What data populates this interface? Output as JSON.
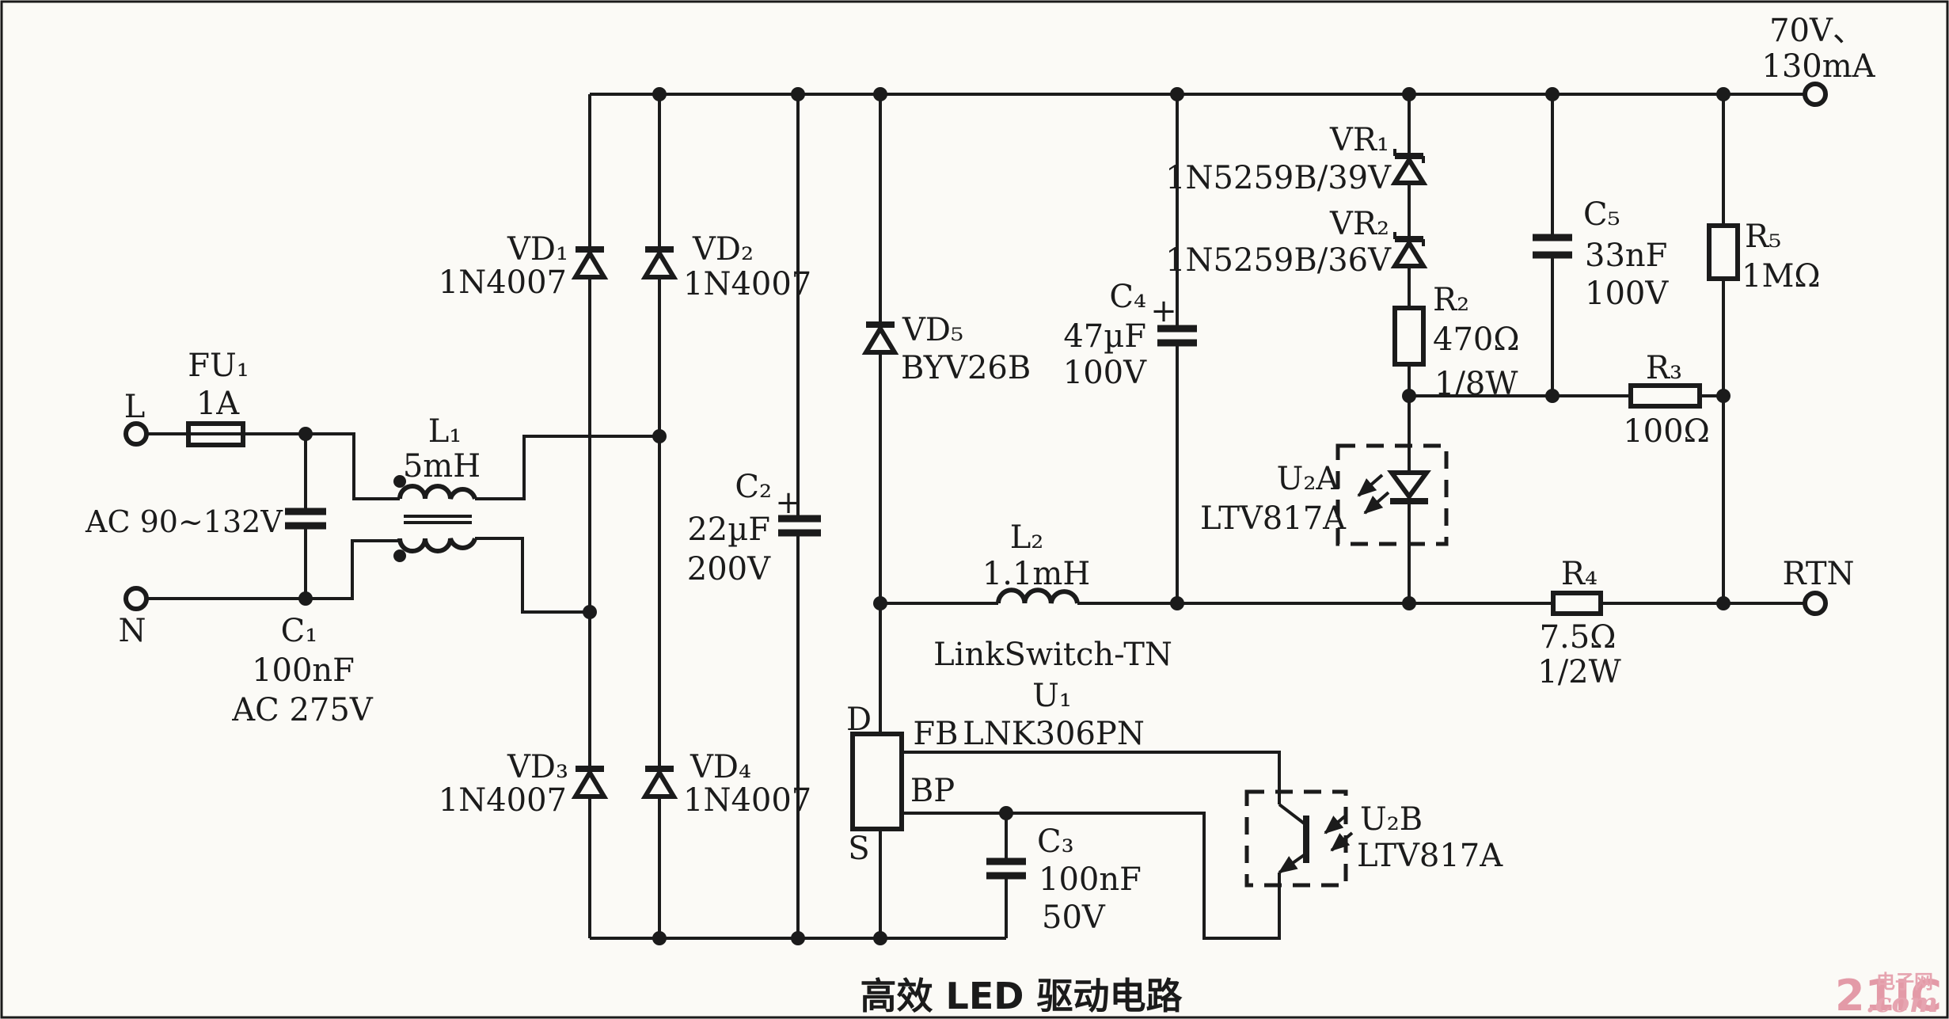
{
  "caption": "高效 LED 驱动电路",
  "watermark": {
    "brand": "21IC",
    "site_cn": "电子网",
    "site_suffix": ".com"
  },
  "io": {
    "live": "L",
    "neutral": "N",
    "ac_input": "AC 90~132V",
    "output_v": "70V、",
    "output_i": "130mA",
    "rtn": "RTN"
  },
  "components": {
    "fu1": {
      "ref": "FU₁",
      "value": "1A"
    },
    "c1": {
      "ref": "C₁",
      "value": "100nF",
      "rating": "AC 275V"
    },
    "l1": {
      "ref": "L₁",
      "value": "5mH"
    },
    "vd1": {
      "ref": "VD₁",
      "part": "1N4007"
    },
    "vd2": {
      "ref": "VD₂",
      "part": "1N4007"
    },
    "vd3": {
      "ref": "VD₃",
      "part": "1N4007"
    },
    "vd4": {
      "ref": "VD₄",
      "part": "1N4007"
    },
    "c2": {
      "ref": "C₂",
      "value": "22µF",
      "rating": "200V",
      "polarity": "+"
    },
    "vd5": {
      "ref": "VD₅",
      "part": "BYV26B"
    },
    "c4": {
      "ref": "C₄",
      "value": "47µF",
      "rating": "100V",
      "polarity": "+"
    },
    "u1": {
      "family": "LinkSwitch-TN",
      "ref": "U₁",
      "part": "LNK306PN",
      "pin_d": "D",
      "pin_fb": "FB",
      "pin_bp": "BP",
      "pin_s": "S"
    },
    "c3": {
      "ref": "C₃",
      "value": "100nF",
      "rating": "50V"
    },
    "l2": {
      "ref": "L₂",
      "value": "1.1mH"
    },
    "vr1": {
      "ref": "VR₁",
      "part": "1N5259B/39V"
    },
    "vr2": {
      "ref": "VR₂",
      "part": "1N5259B/36V"
    },
    "r2": {
      "ref": "R₂",
      "value": "470Ω",
      "power": "1/8W"
    },
    "u2a": {
      "ref": "U₂A",
      "part": "LTV817A"
    },
    "u2b": {
      "ref": "U₂B",
      "part": "LTV817A"
    },
    "c5": {
      "ref": "C₅",
      "value": "33nF",
      "rating": "100V"
    },
    "r3": {
      "ref": "R₃",
      "value": "100Ω"
    },
    "r5": {
      "ref": "R₅",
      "value": "1MΩ"
    },
    "r4": {
      "ref": "R₄",
      "value": "7.5Ω",
      "power": "1/2W"
    }
  }
}
